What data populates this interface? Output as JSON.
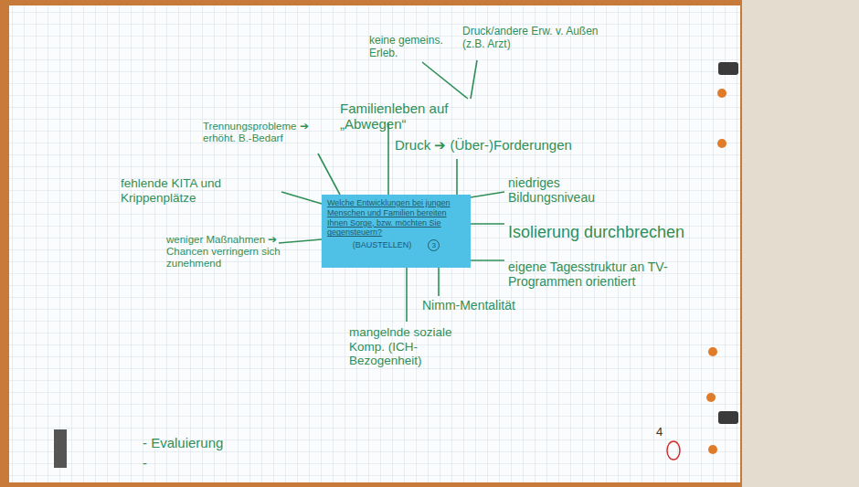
{
  "diagram": {
    "nodes": [
      {
        "text": [
          "Welche Entwicklungen bei jungen Menschen und Familien bereiten Ihnen Sorge, bzw. möchten Sie gegensteuern?",
          "(BAUSTELLEN)",
          "3"
        ]
      }
    ],
    "labels": [
      "keine gemeins. Erleb.",
      "Druck/andere Erw. v. Außen (z.B. Arzt)",
      "Familienleben auf „Abwegen“",
      "Trennungsprobleme ➔ erhöht. B.-Bedarf",
      "Druck ➔ (Über-)Forderungen",
      "fehlende KITA und Krippenplätze",
      "niedriges Bildungsniveau",
      "Isolierung durchbrechen",
      "weniger Maßnahmen ➔ Chancen verringern sich zunehmend",
      "eigene Tagesstruktur an TV-Programmen orientiert",
      "Nimm-Mentalität",
      "mangelnde soziale Komp. (ICH-Bezogenheit)",
      "- Evaluierung",
      "-",
      "4"
    ]
  }
}
